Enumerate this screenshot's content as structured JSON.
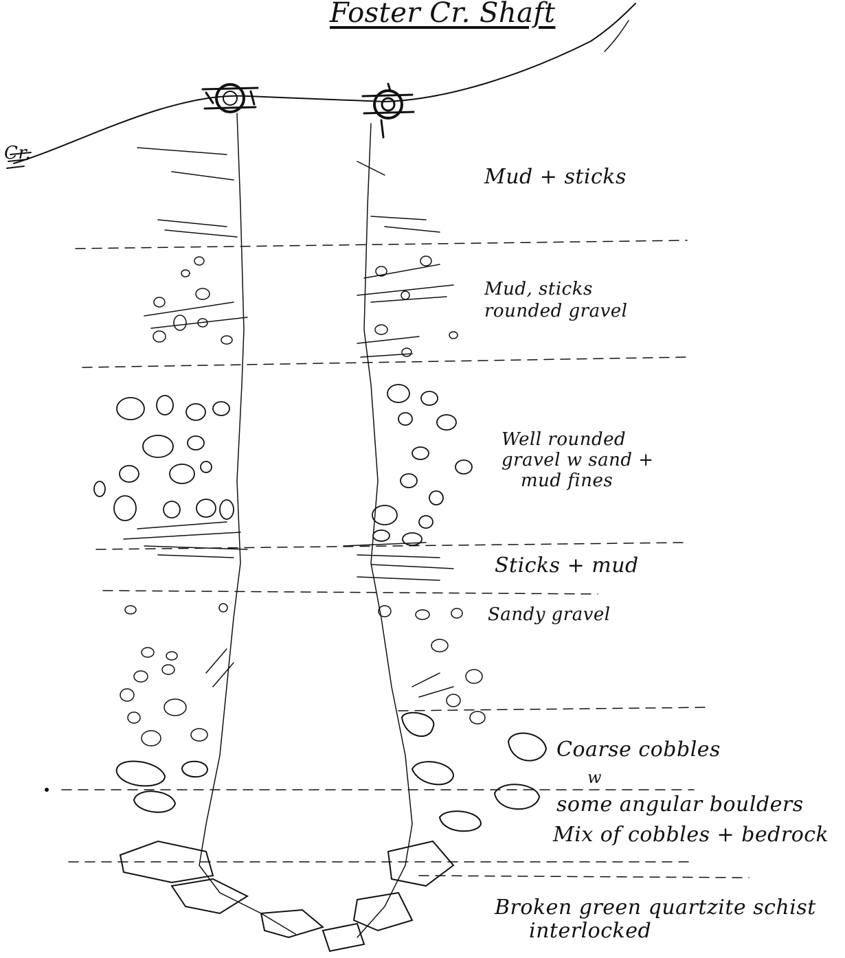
{
  "title": "Foster Cr. Shaft",
  "corner_mark": "Cr.",
  "layers": [
    {
      "id": "mud_sticks",
      "label": "Mud + sticks"
    },
    {
      "id": "mud_sticks_gravel",
      "label_line1": "Mud, sticks",
      "label_line2": "rounded gravel"
    },
    {
      "id": "well_rounded",
      "label_line1": "Well rounded",
      "label_line2": "gravel w sand +",
      "label_line3": "mud fines"
    },
    {
      "id": "sticks_mud",
      "label": "Sticks + mud"
    },
    {
      "id": "sandy_gravel",
      "label": "Sandy gravel"
    },
    {
      "id": "coarse_cobbles",
      "label_line1": "Coarse cobbles",
      "label_line2": "w",
      "label_line3": "some angular boulders"
    },
    {
      "id": "mix",
      "label": "Mix of cobbles + bedrock"
    },
    {
      "id": "bedrock",
      "label_line1": "Broken green quartzite schist",
      "label_line2": "interlocked"
    }
  ]
}
